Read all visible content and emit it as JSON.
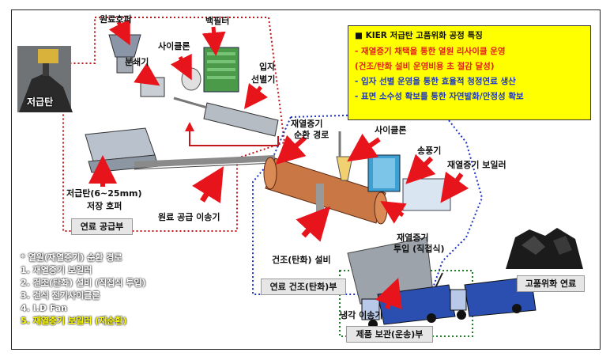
{
  "feature_box": {
    "title": "■  KIER 저급탄 고품위화 공정 특징",
    "lines": [
      "- 재열증기 채택을 통한 열원 리사이클 운영",
      "(건조/탄화 설비 운영비용 초 절감 달성)",
      "- 입자 선별 운영을 통한 효율적 청정연료 생산",
      "- 표면 소수성 확보를 통한 자연발화/안정성 확보"
    ]
  },
  "labels": {
    "raw_hopper": "원료호퍼",
    "crusher": "분쇄기",
    "cyclone_top": "사이클론",
    "bag_filter": "백필터",
    "particle_sorter_1": "입자",
    "particle_sorter_2": "선별기",
    "low_rank_coal": "저급탄",
    "reheat_path_1": "재열증기",
    "reheat_path_2": "순환 경로",
    "cyclone_right": "사이클론",
    "blower": "송풍기",
    "reheat_boiler": "재열증기 보일러",
    "storage_hopper_1": "저급탄(6~25mm)",
    "storage_hopper_2": "저장 호퍼",
    "raw_conveyor": "원료 공급 이송기",
    "reheat_input_1": "재열증기",
    "reheat_input_2": "투입 (직접식)",
    "dryer": "건조(탄화) 설비",
    "cooling_conveyor": "냉각 이송기",
    "upgraded_fuel": "고품위화 연료"
  },
  "sections": {
    "fuel_supply": "연료 공급부",
    "fuel_drying": "연료 건조(탄화)부",
    "product_storage": "제품 보관(운송)부"
  },
  "legend": {
    "title": "* 열원(재열증기) 순환 경로",
    "items": [
      "1. 재열증기 보일러",
      "2. 건조(탄화) 설비 (직접식 투입)",
      "3. 건식 전기사이클론",
      "4. I.D Fan"
    ],
    "highlight": "5. 재열증기 보일러 (재순환)"
  },
  "colors": {
    "feature_bg": "#ffff00",
    "feature_red": "#e21d1d",
    "feature_blue": "#1a35c8",
    "arrow_red": "#e8141b",
    "dotted_red": "#c0171d",
    "dotted_blue": "#1f33c9",
    "dotted_green": "#1f7d28",
    "legend_highlight": "#ffff00"
  }
}
